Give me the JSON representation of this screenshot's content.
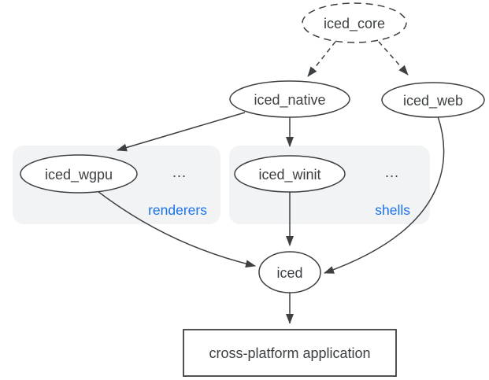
{
  "nodes": {
    "iced_core": {
      "label": "iced_core",
      "shape": "ellipse",
      "border": "dashed"
    },
    "iced_native": {
      "label": "iced_native",
      "shape": "ellipse",
      "border": "solid"
    },
    "iced_web": {
      "label": "iced_web",
      "shape": "ellipse",
      "border": "solid"
    },
    "iced_wgpu": {
      "label": "iced_wgpu",
      "shape": "ellipse",
      "border": "solid",
      "group": "renderers"
    },
    "iced_winit": {
      "label": "iced_winit",
      "shape": "ellipse",
      "border": "solid",
      "group": "shells"
    },
    "iced": {
      "label": "iced",
      "shape": "ellipse",
      "border": "solid"
    },
    "app": {
      "label": "cross-platform application",
      "shape": "rect",
      "border": "solid"
    }
  },
  "groups": {
    "renderers": {
      "label": "renderers",
      "ellipsis": "..."
    },
    "shells": {
      "label": "shells",
      "ellipsis": "..."
    }
  },
  "edges": [
    {
      "from": "iced_core",
      "to": "iced_native",
      "style": "dashed"
    },
    {
      "from": "iced_core",
      "to": "iced_web",
      "style": "dashed"
    },
    {
      "from": "iced_native",
      "to": "iced_wgpu",
      "style": "solid"
    },
    {
      "from": "iced_native",
      "to": "iced_winit",
      "style": "solid"
    },
    {
      "from": "iced_wgpu",
      "to": "iced",
      "style": "solid"
    },
    {
      "from": "iced_winit",
      "to": "iced",
      "style": "solid"
    },
    {
      "from": "iced_web",
      "to": "iced",
      "style": "solid"
    },
    {
      "from": "iced",
      "to": "app",
      "style": "solid"
    }
  ],
  "colors": {
    "node_stroke": "#3c4043",
    "node_text": "#3c4043",
    "arrow": "#3c4043",
    "group_fill": "#f1f3f4",
    "group_label": "#1a73e8",
    "background": "#ffffff"
  }
}
